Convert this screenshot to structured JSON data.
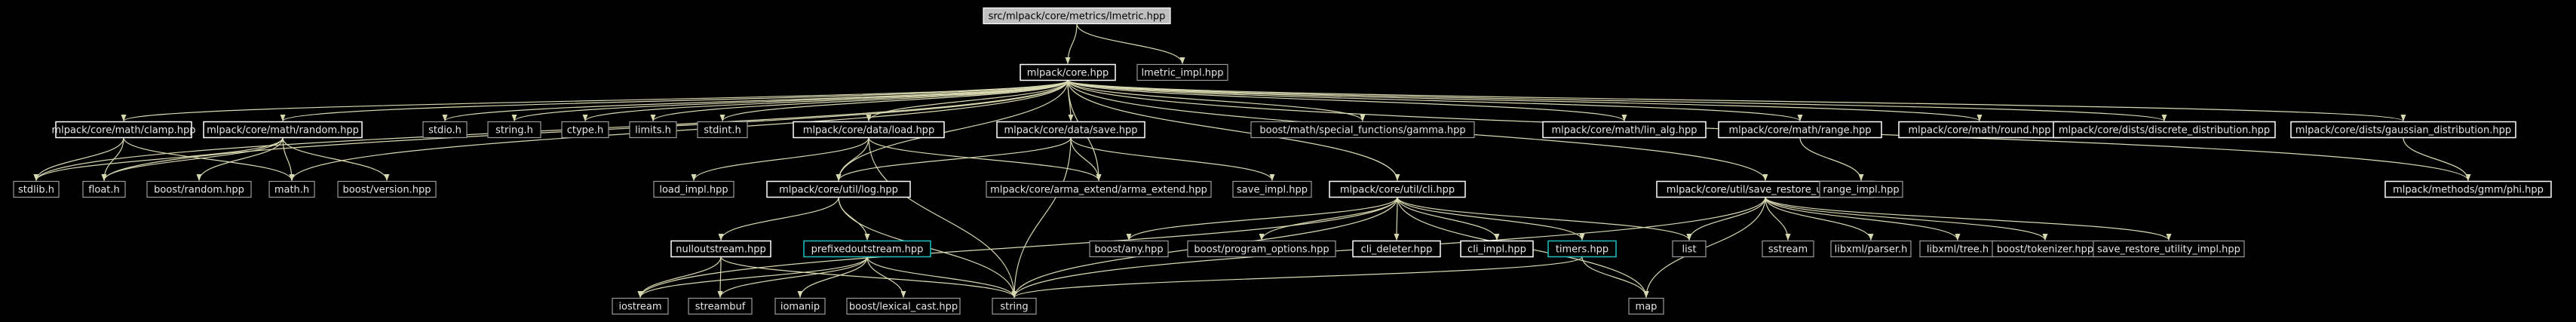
{
  "colors": {
    "background": "#000000",
    "edge": "#d8d8b0",
    "root_fill": "#bfbfbf",
    "box_white": "#ffffff",
    "box_grey": "#9a9a9a",
    "box_cyan": "#1fbfbf"
  },
  "nodes": [
    {
      "id": "root",
      "label": "src/mlpack/core/metrics/lmetric.hpp",
      "style": "root"
    },
    {
      "id": "core",
      "label": "mlpack/core.hpp",
      "style": "white"
    },
    {
      "id": "lmetric_impl",
      "label": "lmetric_impl.hpp",
      "style": "grey"
    },
    {
      "id": "clamp",
      "label": "mlpack/core/math/clamp.hpp",
      "style": "white"
    },
    {
      "id": "random",
      "label": "mlpack/core/math/random.hpp",
      "style": "white"
    },
    {
      "id": "stdio",
      "label": "stdio.h",
      "style": "grey"
    },
    {
      "id": "string_h",
      "label": "string.h",
      "style": "grey"
    },
    {
      "id": "ctype",
      "label": "ctype.h",
      "style": "grey"
    },
    {
      "id": "limits",
      "label": "limits.h",
      "style": "grey"
    },
    {
      "id": "stdint",
      "label": "stdint.h",
      "style": "grey"
    },
    {
      "id": "load",
      "label": "mlpack/core/data/load.hpp",
      "style": "white"
    },
    {
      "id": "save",
      "label": "mlpack/core/data/save.hpp",
      "style": "white"
    },
    {
      "id": "gamma",
      "label": "boost/math/special_functions/gamma.hpp",
      "style": "grey"
    },
    {
      "id": "lin_alg",
      "label": "mlpack/core/math/lin_alg.hpp",
      "style": "white"
    },
    {
      "id": "range",
      "label": "mlpack/core/math/range.hpp",
      "style": "white"
    },
    {
      "id": "round",
      "label": "mlpack/core/math/round.hpp",
      "style": "white"
    },
    {
      "id": "discrete",
      "label": "mlpack/core/dists/discrete_distribution.hpp",
      "style": "white"
    },
    {
      "id": "gaussian",
      "label": "mlpack/core/dists/gaussian_distribution.hpp",
      "style": "white"
    },
    {
      "id": "stdlib",
      "label": "stdlib.h",
      "style": "grey"
    },
    {
      "id": "float",
      "label": "float.h",
      "style": "grey"
    },
    {
      "id": "boost_random",
      "label": "boost/random.hpp",
      "style": "grey"
    },
    {
      "id": "math",
      "label": "math.h",
      "style": "grey"
    },
    {
      "id": "boost_version",
      "label": "boost/version.hpp",
      "style": "grey"
    },
    {
      "id": "load_impl",
      "label": "load_impl.hpp",
      "style": "grey"
    },
    {
      "id": "log",
      "label": "mlpack/core/util/log.hpp",
      "style": "white"
    },
    {
      "id": "arma_extend",
      "label": "mlpack/core/arma_extend/arma_extend.hpp",
      "style": "grey"
    },
    {
      "id": "save_impl",
      "label": "save_impl.hpp",
      "style": "grey"
    },
    {
      "id": "cli",
      "label": "mlpack/core/util/cli.hpp",
      "style": "white"
    },
    {
      "id": "save_restore",
      "label": "mlpack/core/util/save_restore_utility.hpp",
      "style": "white"
    },
    {
      "id": "range_impl",
      "label": "range_impl.hpp",
      "style": "grey"
    },
    {
      "id": "phi",
      "label": "mlpack/methods/gmm/phi.hpp",
      "style": "white"
    },
    {
      "id": "nullout",
      "label": "nulloutstream.hpp",
      "style": "white"
    },
    {
      "id": "prefixed",
      "label": "prefixedoutstream.hpp",
      "style": "cyan"
    },
    {
      "id": "boost_any",
      "label": "boost/any.hpp",
      "style": "grey"
    },
    {
      "id": "program_options",
      "label": "boost/program_options.hpp",
      "style": "grey"
    },
    {
      "id": "cli_deleter",
      "label": "cli_deleter.hpp",
      "style": "white"
    },
    {
      "id": "cli_impl",
      "label": "cli_impl.hpp",
      "style": "white"
    },
    {
      "id": "timers",
      "label": "timers.hpp",
      "style": "cyan"
    },
    {
      "id": "list",
      "label": "list",
      "style": "grey"
    },
    {
      "id": "sstream",
      "label": "sstream",
      "style": "grey"
    },
    {
      "id": "libxml_parser",
      "label": "libxml/parser.h",
      "style": "grey"
    },
    {
      "id": "libxml_tree",
      "label": "libxml/tree.h",
      "style": "grey"
    },
    {
      "id": "tokenizer",
      "label": "boost/tokenizer.hpp",
      "style": "grey"
    },
    {
      "id": "sr_impl",
      "label": "save_restore_utility_impl.hpp",
      "style": "grey"
    },
    {
      "id": "iostream",
      "label": "iostream",
      "style": "grey"
    },
    {
      "id": "streambuf",
      "label": "streambuf",
      "style": "grey"
    },
    {
      "id": "iomanip",
      "label": "iomanip",
      "style": "grey"
    },
    {
      "id": "lexical_cast",
      "label": "boost/lexical_cast.hpp",
      "style": "grey"
    },
    {
      "id": "string",
      "label": "string",
      "style": "grey"
    },
    {
      "id": "map",
      "label": "map",
      "style": "grey"
    }
  ],
  "edges": [
    [
      "root",
      "core"
    ],
    [
      "root",
      "lmetric_impl"
    ],
    [
      "core",
      "clamp"
    ],
    [
      "core",
      "random"
    ],
    [
      "core",
      "stdio"
    ],
    [
      "core",
      "string_h"
    ],
    [
      "core",
      "ctype"
    ],
    [
      "core",
      "limits"
    ],
    [
      "core",
      "stdint"
    ],
    [
      "core",
      "load"
    ],
    [
      "core",
      "save"
    ],
    [
      "core",
      "gamma"
    ],
    [
      "core",
      "lin_alg"
    ],
    [
      "core",
      "range"
    ],
    [
      "core",
      "round"
    ],
    [
      "core",
      "discrete"
    ],
    [
      "core",
      "gaussian"
    ],
    [
      "core",
      "stdlib"
    ],
    [
      "core",
      "float"
    ],
    [
      "core",
      "math"
    ],
    [
      "core",
      "log"
    ],
    [
      "core",
      "arma_extend"
    ],
    [
      "core",
      "cli"
    ],
    [
      "core",
      "save_restore"
    ],
    [
      "core",
      "phi"
    ],
    [
      "clamp",
      "stdlib"
    ],
    [
      "clamp",
      "float"
    ],
    [
      "clamp",
      "math"
    ],
    [
      "random",
      "stdlib"
    ],
    [
      "random",
      "float"
    ],
    [
      "random",
      "boost_random"
    ],
    [
      "random",
      "math"
    ],
    [
      "random",
      "boost_version"
    ],
    [
      "load",
      "load_impl"
    ],
    [
      "load",
      "log"
    ],
    [
      "load",
      "arma_extend"
    ],
    [
      "load",
      "string"
    ],
    [
      "save",
      "log"
    ],
    [
      "save",
      "arma_extend"
    ],
    [
      "save",
      "save_impl"
    ],
    [
      "save",
      "string"
    ],
    [
      "range",
      "range_impl"
    ],
    [
      "gaussian",
      "phi"
    ],
    [
      "log",
      "nullout"
    ],
    [
      "log",
      "prefixed"
    ],
    [
      "log",
      "string"
    ],
    [
      "nullout",
      "iostream"
    ],
    [
      "nullout",
      "streambuf"
    ],
    [
      "nullout",
      "string"
    ],
    [
      "prefixed",
      "iostream"
    ],
    [
      "prefixed",
      "streambuf"
    ],
    [
      "prefixed",
      "iomanip"
    ],
    [
      "prefixed",
      "lexical_cast"
    ],
    [
      "prefixed",
      "string"
    ],
    [
      "cli",
      "iostream"
    ],
    [
      "cli",
      "boost_any"
    ],
    [
      "cli",
      "program_options"
    ],
    [
      "cli",
      "cli_deleter"
    ],
    [
      "cli",
      "cli_impl"
    ],
    [
      "cli",
      "timers"
    ],
    [
      "cli",
      "list"
    ],
    [
      "cli",
      "map"
    ],
    [
      "cli",
      "string"
    ],
    [
      "timers",
      "string"
    ],
    [
      "timers",
      "map"
    ],
    [
      "save_restore",
      "list"
    ],
    [
      "save_restore",
      "sstream"
    ],
    [
      "save_restore",
      "libxml_parser"
    ],
    [
      "save_restore",
      "libxml_tree"
    ],
    [
      "save_restore",
      "tokenizer"
    ],
    [
      "save_restore",
      "sr_impl"
    ],
    [
      "save_restore",
      "map"
    ],
    [
      "save_restore",
      "string"
    ]
  ]
}
